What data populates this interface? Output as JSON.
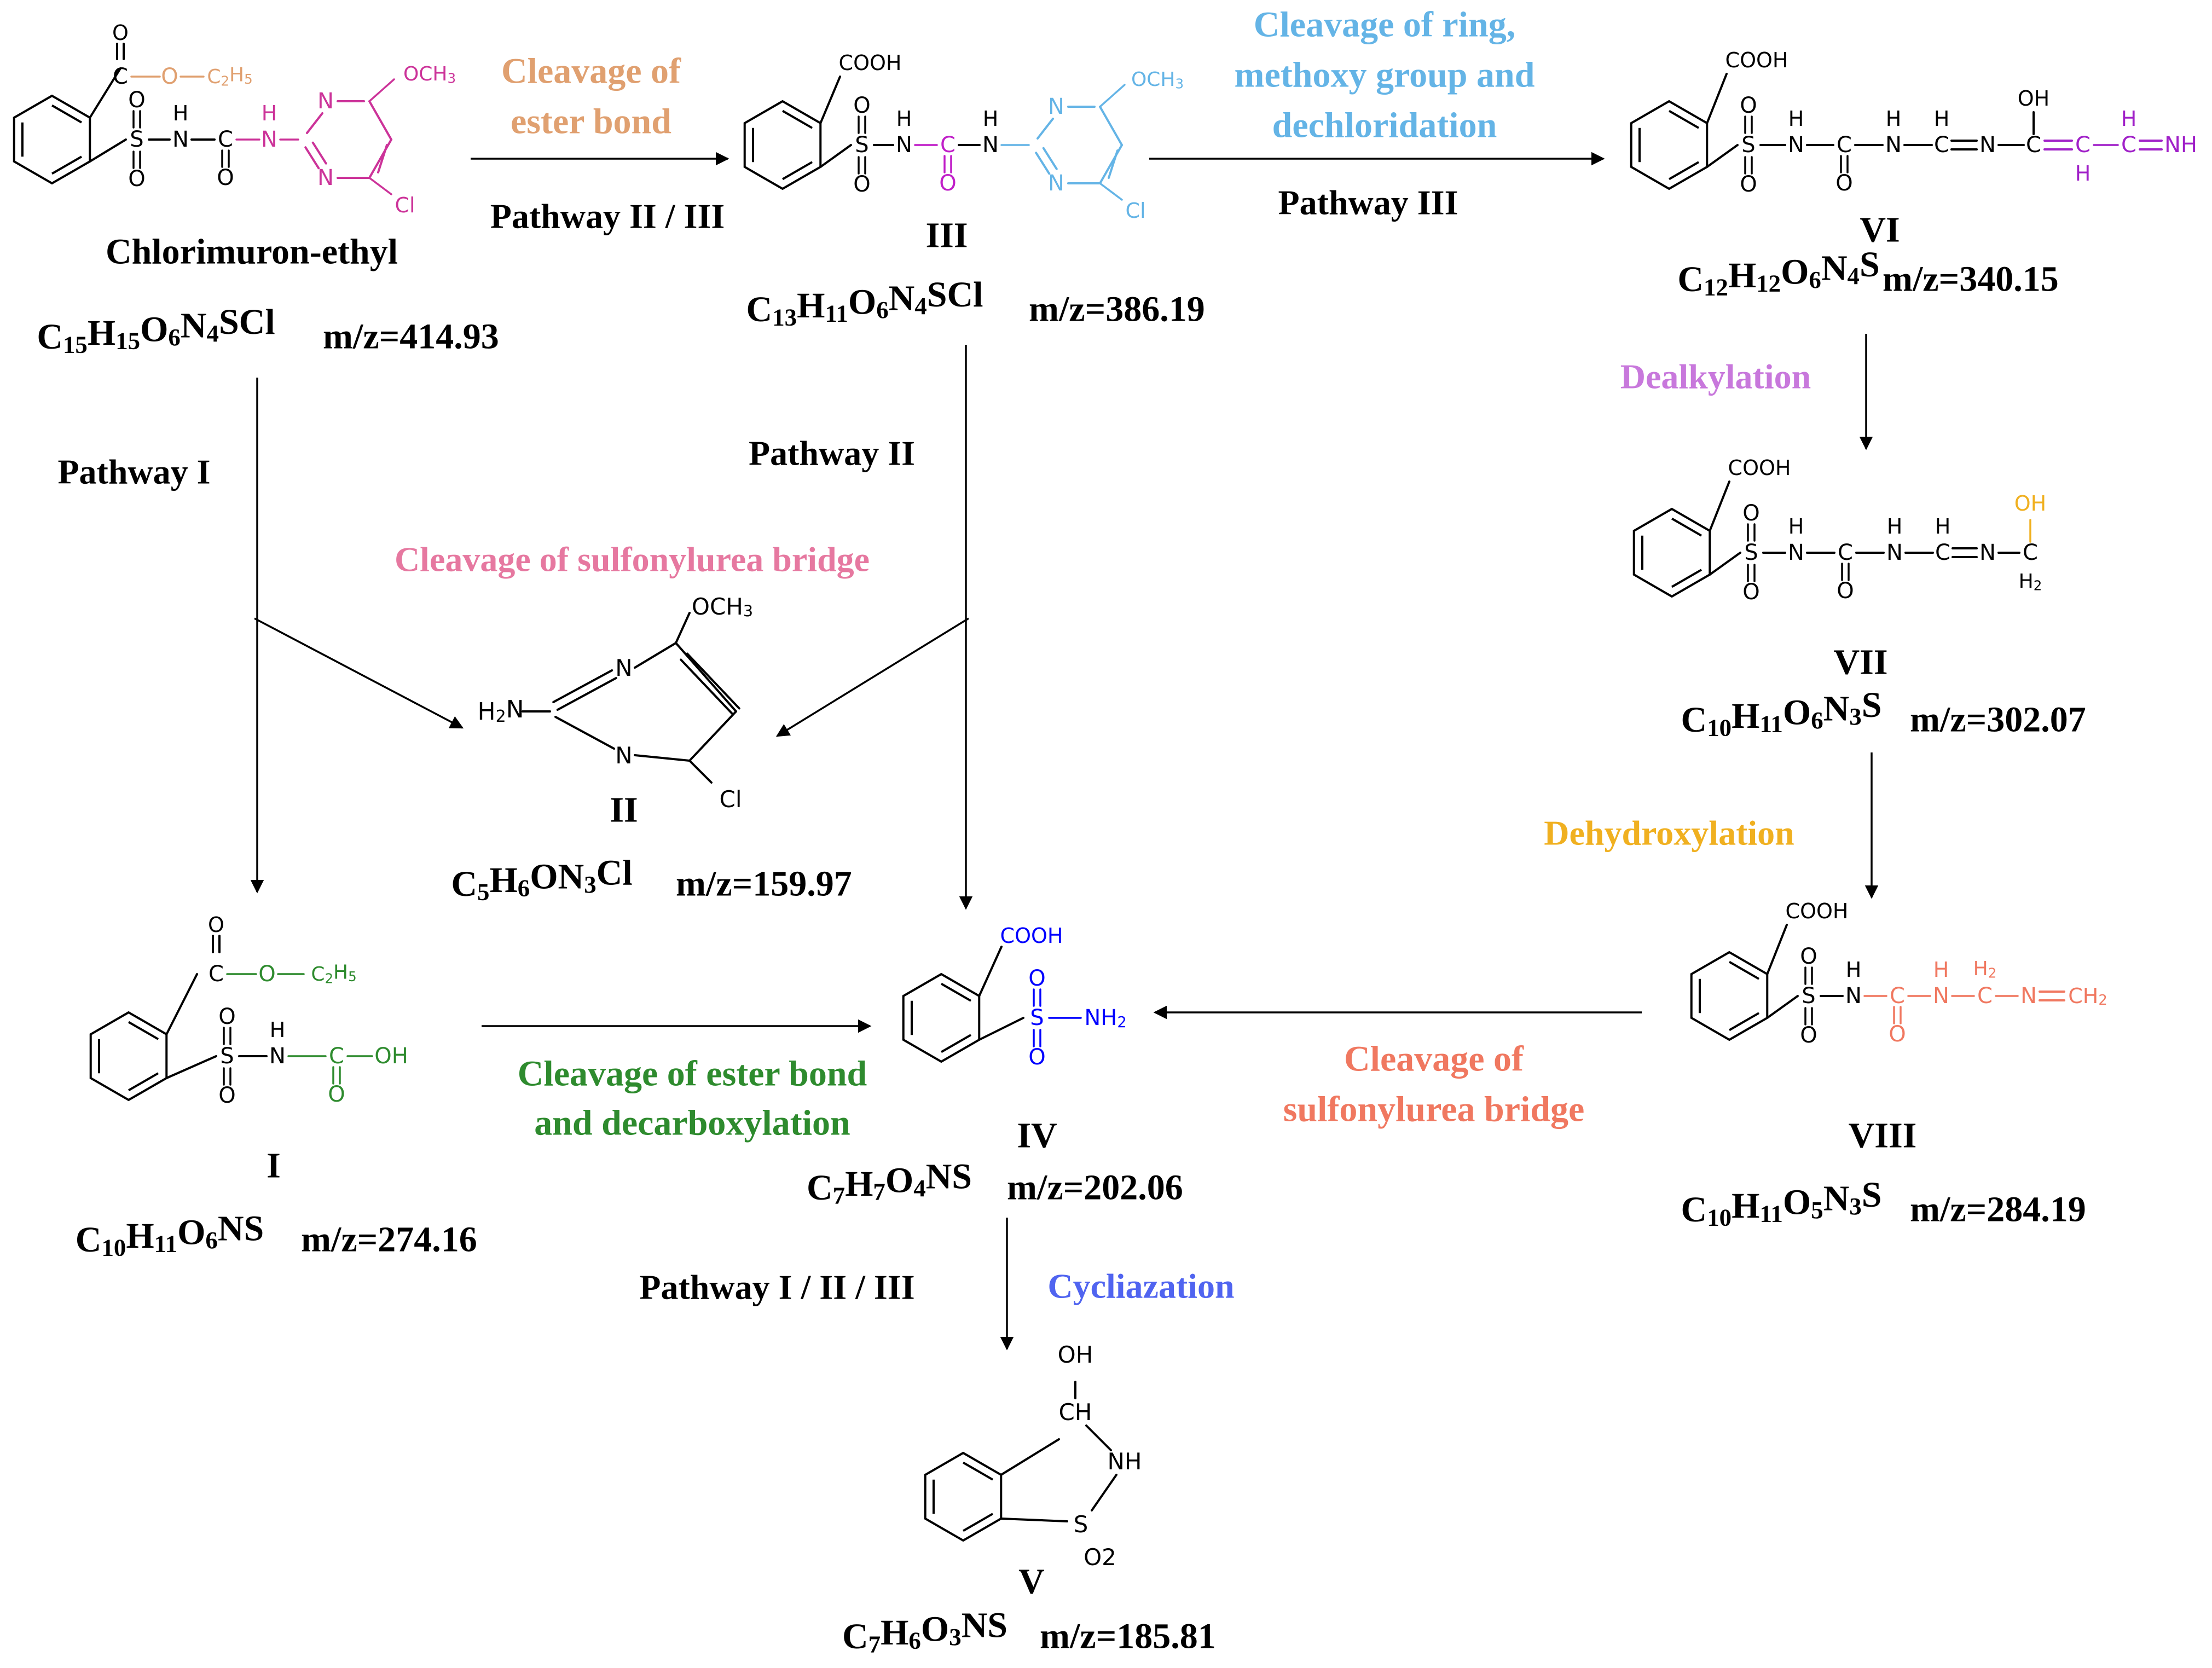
{
  "colors": {
    "black": "#000000",
    "ester": "#e0a070",
    "pyrimidine": "#cc3399",
    "ring_cleavage": "#64b4e6",
    "urea": "#c01ec8",
    "vinyl": "#a020c8",
    "dealkylation": "#c878dc",
    "hydroxyl": "#f0b020",
    "orange_red": "#f07860",
    "green": "#2e8b2e",
    "blue": "#0000ff",
    "cyclization": "#5064f0",
    "bridge_pink": "#e678a0",
    "dechlor": "#64b4e6"
  },
  "compounds": [
    {
      "id": "chl",
      "label": "Chlorimuron-ethyl",
      "formula": "C15H15O6N4SCl",
      "mz": "m/z=414.93"
    },
    {
      "id": "III",
      "label": "III",
      "formula": "C13H11O6N4SCl",
      "mz": "m/z=386.19"
    },
    {
      "id": "VI",
      "label": "VI",
      "formula": "C12H12O6N4S",
      "mz": "m/z=340.15"
    },
    {
      "id": "VII",
      "label": "VII",
      "formula": "C10H11O6N3S",
      "mz": "m/z=302.07"
    },
    {
      "id": "VIII",
      "label": "VIII",
      "formula": "C10H11O5N3S",
      "mz": "m/z=284.19"
    },
    {
      "id": "II",
      "label": "II",
      "formula": "C5H6ON3Cl",
      "mz": "m/z=159.97"
    },
    {
      "id": "I",
      "label": "I",
      "formula": "C10H11O6NS",
      "mz": "m/z=274.16"
    },
    {
      "id": "IV",
      "label": "IV",
      "formula": "C7H7O4NS",
      "mz": "m/z=202.06"
    },
    {
      "id": "V",
      "label": "V",
      "formula": "C7H6O3NS",
      "mz": "m/z=185.81"
    }
  ],
  "reactions": {
    "ester_cleavage": [
      "Cleavage of",
      "ester bond"
    ],
    "ring_cleavage": [
      "Cleavage of ring,",
      "methoxy group and",
      "dechloridation"
    ],
    "dealkylation": "Dealkylation",
    "dehydroxylation": "Dehydroxylation",
    "sulfonylurea_top": "Cleavage of sulfonylurea bridge",
    "sulfonylurea_right": [
      "Cleavage of",
      "sulfonylurea bridge"
    ],
    "ester_decarbox": [
      "Cleavage of ester bond",
      "and decarboxylation"
    ],
    "cyclization": "Cycliazation"
  },
  "pathways": {
    "p_2_3": "Pathway  II / III",
    "p_3": "Pathway  III",
    "p_1": "Pathway  I",
    "p_2": "Pathway  II",
    "p_all": "Pathway  I / II / III"
  },
  "atoms": {
    "O": "O",
    "C": "C",
    "S": "S",
    "N": "N",
    "H": "H",
    "Cl": "Cl",
    "NH": "NH",
    "OH": "OH",
    "CH": "CH",
    "O2": "O2",
    "C2H5": "C2H5",
    "H2": "H2",
    "OCH3": "OCH3",
    "H2N": "H2N",
    "COOH": "COOH",
    "NH2": "NH2",
    "CH2": "CH2"
  }
}
